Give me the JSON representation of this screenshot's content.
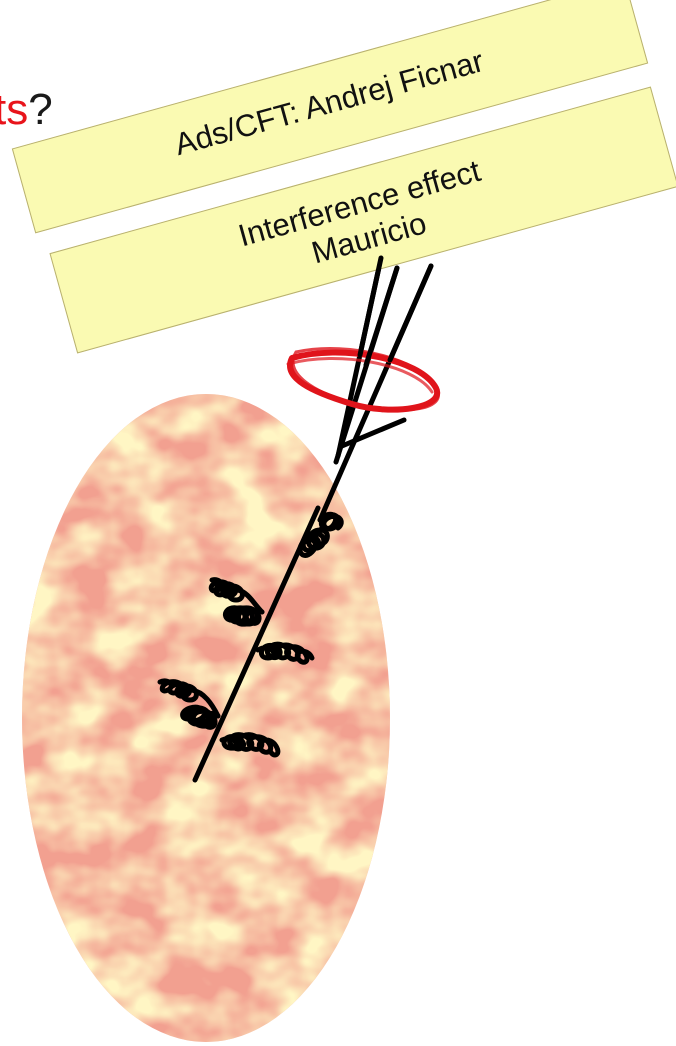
{
  "heading_fragment": {
    "accent_text": "ts",
    "trailing_text": "?"
  },
  "boxes": {
    "ads_cft": {
      "text": "Ads/CFT: Andrej Ficnar"
    },
    "interference": {
      "line1": "Interference effect",
      "line2": "Mauricio"
    }
  },
  "colors": {
    "plasma_base": "#f2a090",
    "plasma_light": "#fff6c4",
    "box_fill": "#fafab2",
    "ring": "#e0141b",
    "lines": "#000000",
    "accent_text": "#e8141b"
  }
}
